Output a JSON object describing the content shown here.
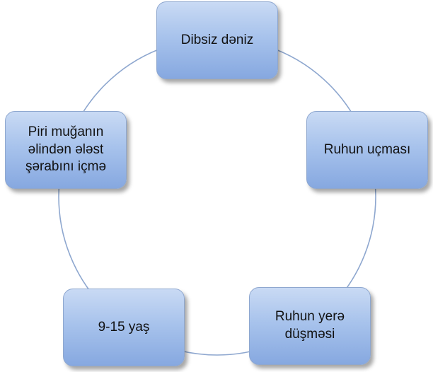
{
  "diagram": {
    "type": "cycle",
    "colors": {
      "node_fill_top": "#c9daf4",
      "node_fill_bottom": "#86a8e0",
      "node_border": "#8ea7cf",
      "connector": "#8ea7cf"
    },
    "nodes": [
      {
        "label": "Dibsiz dəniz"
      },
      {
        "label": "Ruhun uçması"
      },
      {
        "label": "Ruhun yerə\ndüşməsi"
      },
      {
        "label": "9-15 yaş"
      },
      {
        "label": "Piri muğanın\nəlindən ələst\nşərabını içmə"
      }
    ]
  }
}
